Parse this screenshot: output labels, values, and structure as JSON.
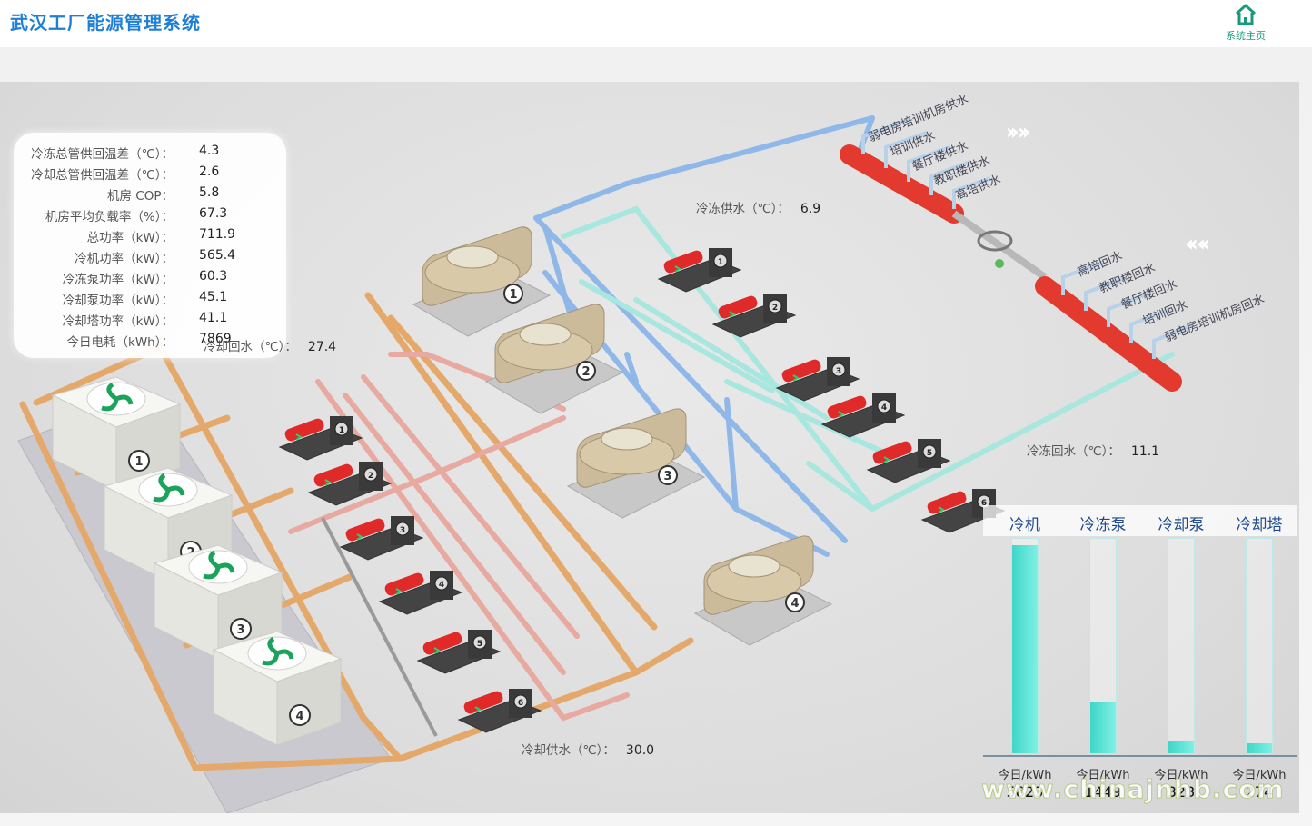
{
  "header": {
    "title": "武汉工厂能源管理系统",
    "home_label": "系统主页"
  },
  "stats": [
    {
      "label": "冷冻总管供回温差（℃）：",
      "value": "4.3"
    },
    {
      "label": "冷却总管供回温差（℃）：",
      "value": "2.6"
    },
    {
      "label": "机房 COP：",
      "value": "5.8"
    },
    {
      "label": "机房平均负载率（%）：",
      "value": "67.3"
    },
    {
      "label": "总功率（kW）：",
      "value": "711.9"
    },
    {
      "label": "冷机功率（kW）：",
      "value": "565.4"
    },
    {
      "label": "冷冻泵功率（kW）：",
      "value": "60.3"
    },
    {
      "label": "冷却泵功率（kW）：",
      "value": "45.1"
    },
    {
      "label": "冷却塔功率（kW）：",
      "value": "41.1"
    },
    {
      "label": "今日电耗（kWh）：",
      "value": "7869"
    }
  ],
  "readings": {
    "chilled_supply": {
      "label": "冷冻供水（℃）：",
      "value": "6.9"
    },
    "chilled_return": {
      "label": "冷冻回水（℃）：",
      "value": "11.1"
    },
    "cooling_return": {
      "label": "冷却回水（℃）：",
      "value": "27.4"
    },
    "cooling_supply": {
      "label": "冷却供水（℃）：",
      "value": "30.0"
    }
  },
  "supply_header_labels": [
    "弱电房培训机房供水",
    "培训供水",
    "餐厅楼供水",
    "教职楼供水",
    "高培供水"
  ],
  "return_header_labels": [
    "高培回水",
    "教职楼回水",
    "餐厅楼回水",
    "培训回水",
    "弱电房培训机房回水"
  ],
  "equipment": {
    "towers": [
      "1",
      "2",
      "3",
      "4"
    ],
    "chillers": [
      "1",
      "2",
      "3",
      "4"
    ],
    "cooling_pumps": [
      "1",
      "2",
      "3",
      "4",
      "5",
      "6"
    ],
    "chilled_pumps": [
      "1",
      "2",
      "3",
      "4",
      "5",
      "6"
    ]
  },
  "energy_bars": {
    "unit": "今日/kWh",
    "max": 6000,
    "items": [
      {
        "title": "冷机",
        "value": 5823
      },
      {
        "title": "冷冻泵",
        "value": 1449
      },
      {
        "title": "冷却泵",
        "value": 323
      },
      {
        "title": "冷却塔",
        "value": 274
      }
    ]
  },
  "watermark": "www.chinajnhb.com",
  "colors": {
    "title": "#1f7fd6",
    "cooling_pipe": "#e4a86a",
    "chilled_pipe": "#8fb8e8",
    "chilled_return_pipe": "#a8e6e0",
    "header_red": "#e23a2e",
    "bar_fill": "#4fdccd"
  }
}
